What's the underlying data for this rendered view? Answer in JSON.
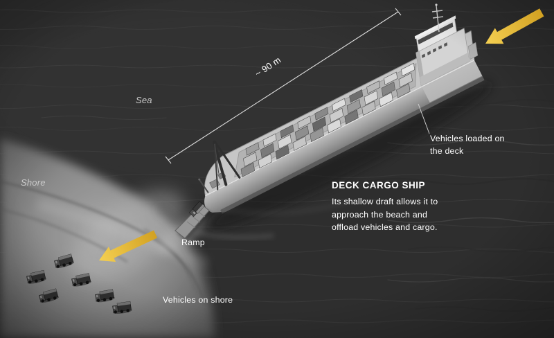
{
  "diagram": {
    "title": "DECK CARGO SHIP",
    "description": "Its shallow draft allows it to approach the beach and offload vehicles and cargo.",
    "measurement": "~ 90 m",
    "labels": {
      "sea": "Sea",
      "shore": "Shore",
      "ramp": "Ramp",
      "vehicles_on_shore": "Vehicles on shore",
      "vehicles_loaded_on_deck": "Vehicles loaded on the deck"
    },
    "colors": {
      "background": "#2e2e2e",
      "arrow": "#e8bc38",
      "text": "#ffffff",
      "muted_text": "#c9c9c9"
    }
  }
}
